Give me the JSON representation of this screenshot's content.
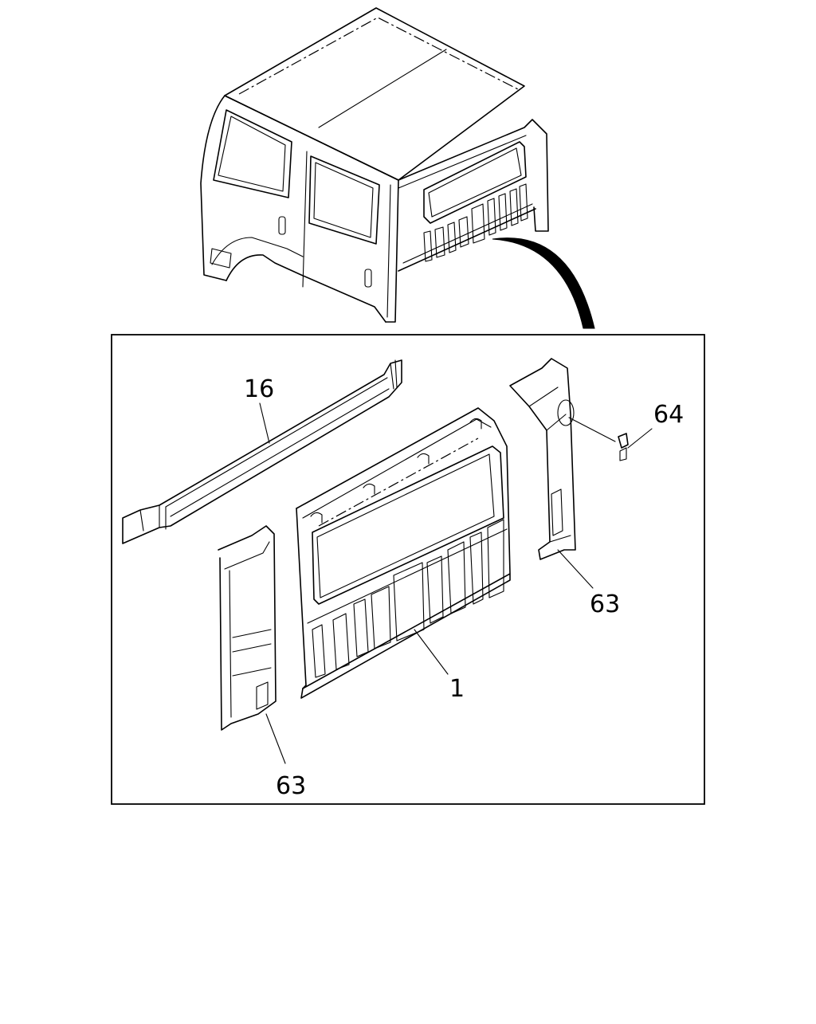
{
  "callouts": [
    {
      "id": "16",
      "label": "16"
    },
    {
      "id": "64",
      "label": "64"
    },
    {
      "id": "63_right",
      "label": "63"
    },
    {
      "id": "1",
      "label": "1"
    },
    {
      "id": "63_left",
      "label": "63"
    }
  ],
  "icons": {
    "cab": "truck-cab-illustration",
    "arrow": "curved-detail-arrow",
    "roof_rail": "roof-rail-part",
    "back_panel": "back-panel-part",
    "right_pillar": "right-corner-pillar-part",
    "left_pillar": "left-corner-pillar-part",
    "clip": "clip-part"
  }
}
